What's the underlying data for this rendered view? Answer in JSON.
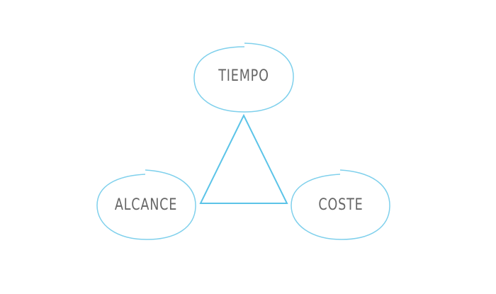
{
  "nodes": {
    "top": {
      "label": "TIEMPO"
    },
    "left": {
      "label": "ALCANCE"
    },
    "right": {
      "label": "COSTE"
    }
  },
  "colors": {
    "stroke": "#6ccbea",
    "text": "#666666"
  }
}
